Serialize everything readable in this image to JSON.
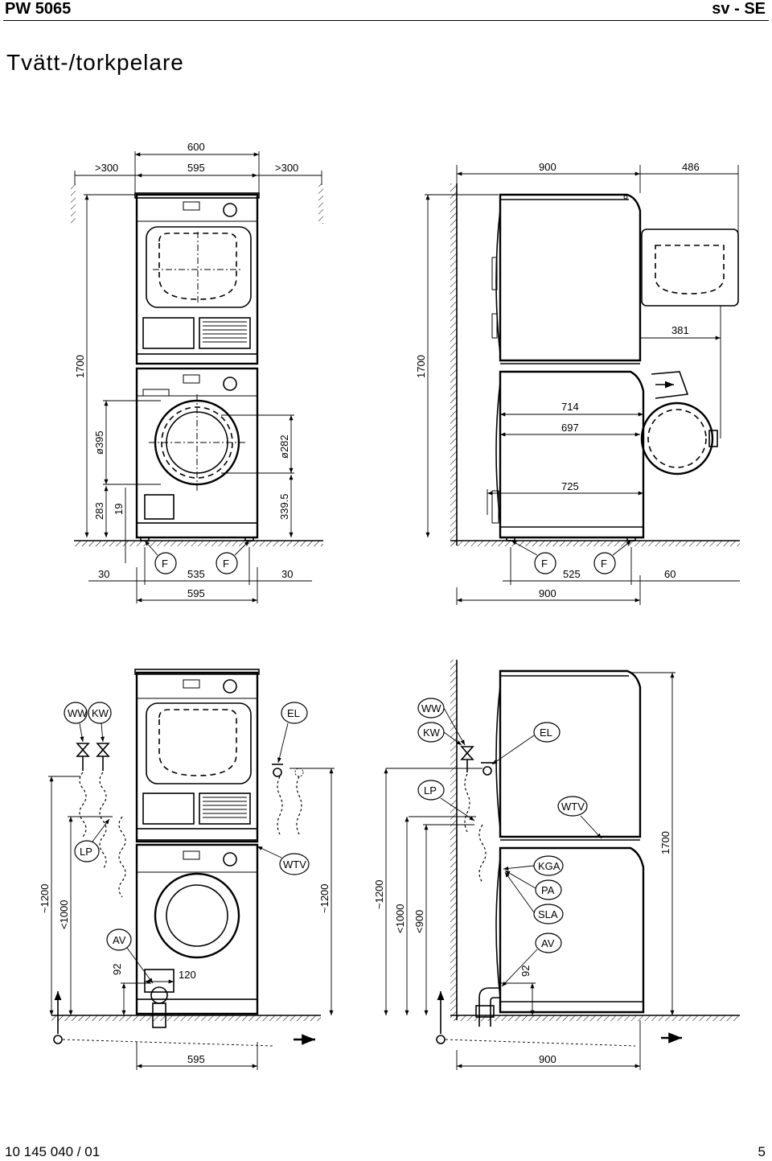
{
  "header": {
    "model": "PW 5065",
    "lang": "sv - SE"
  },
  "title": "Tvätt-/torkpelare",
  "footer": {
    "doc_number": "10 145 040 / 01",
    "page": "5"
  },
  "front_top": {
    "dims": {
      "w600": "600",
      "w595": "595",
      "gap_left": ">300",
      "gap_right": ">300",
      "h1700": "1700",
      "d395": "ø395",
      "d282": "ø282",
      "h283": "283",
      "h19": "19",
      "h339": "339.5",
      "b30l": "30",
      "b535": "535",
      "b30r": "30",
      "b595": "595"
    },
    "feet": [
      "F",
      "F"
    ]
  },
  "side_top": {
    "dims": {
      "w900": "900",
      "w486": "486",
      "h1700": "1700",
      "d381": "381",
      "d714": "714",
      "d697": "697",
      "d725": "725",
      "b525": "525",
      "b60": "60",
      "b900": "900"
    },
    "feet": [
      "F",
      "F"
    ]
  },
  "front_bottom": {
    "labels": {
      "ww": "WW",
      "kw": "KW",
      "el": "EL",
      "lp": "LP",
      "wtv": "WTV",
      "av": "AV"
    },
    "dims": {
      "h1200l": "~1200",
      "h1000": "<1000",
      "h92": "92",
      "w120": "120",
      "h1200r": "~1200",
      "b595": "595"
    }
  },
  "side_bottom": {
    "labels": {
      "ww": "WW",
      "kw": "KW",
      "el": "EL",
      "lp": "LP",
      "wtv": "WTV",
      "kga": "KGA",
      "pa": "PA",
      "sla": "SLA",
      "av": "AV"
    },
    "dims": {
      "h1200": "~1200",
      "h1000": "<1000",
      "h900": "<900",
      "h92": "92",
      "h1700": "1700",
      "b900": "900"
    }
  }
}
